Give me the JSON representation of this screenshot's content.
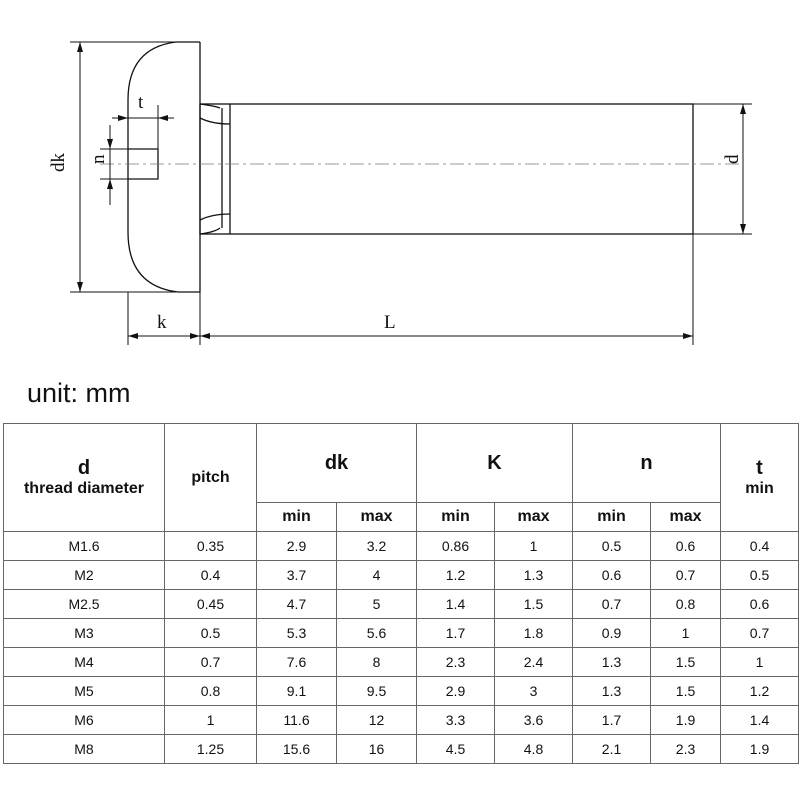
{
  "drawing": {
    "labels": {
      "dk": "dk",
      "t": "t",
      "n": "n",
      "d": "d",
      "k": "k",
      "L": "L"
    }
  },
  "unit_label": "unit: mm",
  "table": {
    "headers": {
      "d": "d",
      "d_sub": "thread diameter",
      "pitch": "pitch",
      "dk": "dk",
      "K": "K",
      "n": "n",
      "t": "t",
      "t_sub": "min",
      "min": "min",
      "max": "max"
    },
    "rows": [
      [
        "M1.6",
        "0.35",
        "2.9",
        "3.2",
        "0.86",
        "1",
        "0.5",
        "0.6",
        "0.4"
      ],
      [
        "M2",
        "0.4",
        "3.7",
        "4",
        "1.2",
        "1.3",
        "0.6",
        "0.7",
        "0.5"
      ],
      [
        "M2.5",
        "0.45",
        "4.7",
        "5",
        "1.4",
        "1.5",
        "0.7",
        "0.8",
        "0.6"
      ],
      [
        "M3",
        "0.5",
        "5.3",
        "5.6",
        "1.7",
        "1.8",
        "0.9",
        "1",
        "0.7"
      ],
      [
        "M4",
        "0.7",
        "7.6",
        "8",
        "2.3",
        "2.4",
        "1.3",
        "1.5",
        "1"
      ],
      [
        "M5",
        "0.8",
        "9.1",
        "9.5",
        "2.9",
        "3",
        "1.3",
        "1.5",
        "1.2"
      ],
      [
        "M6",
        "1",
        "11.6",
        "12",
        "3.3",
        "3.6",
        "1.7",
        "1.9",
        "1.4"
      ],
      [
        "M8",
        "1.25",
        "15.6",
        "16",
        "4.5",
        "4.8",
        "2.1",
        "2.3",
        "1.9"
      ]
    ]
  }
}
